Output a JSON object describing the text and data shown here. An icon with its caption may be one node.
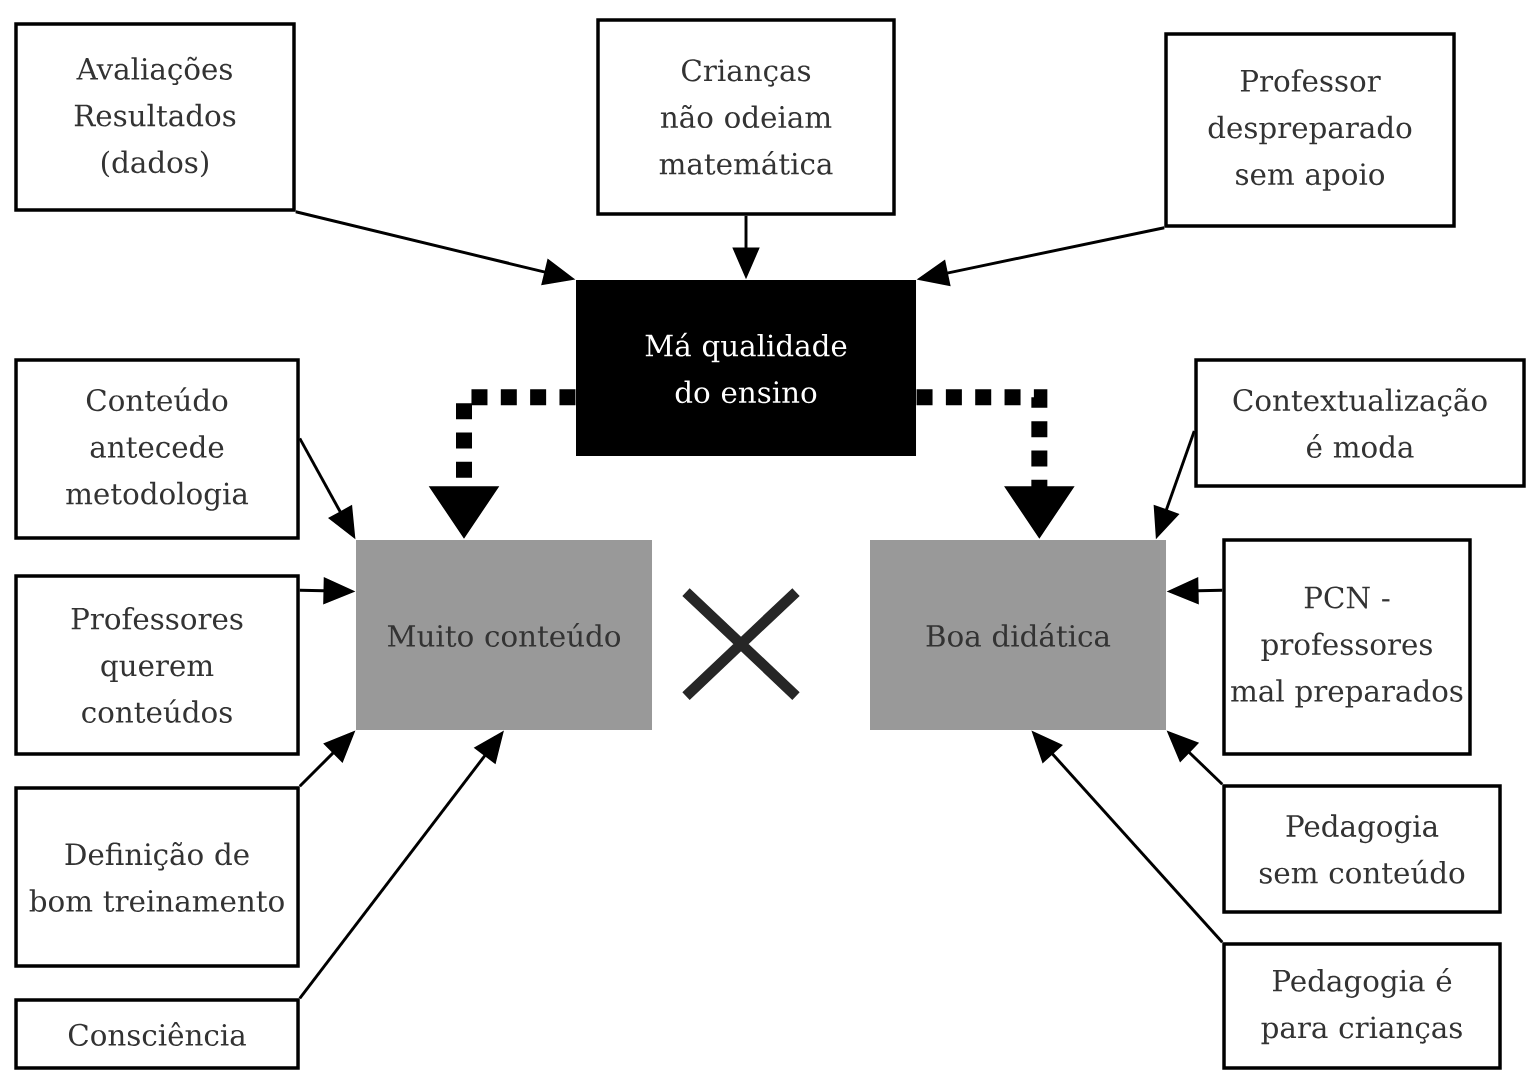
{
  "diagram": {
    "nodes": [
      {
        "text": [
          "Avaliações Resultados (dados)"
        ]
      },
      {
        "text": [
          "Crianças não odeiam matemática"
        ]
      },
      {
        "text": [
          "Professor despreparado sem apoio"
        ]
      },
      {
        "text": [
          "Má qualidade do ensino"
        ]
      },
      {
        "text": [
          "Conteúdo antecede metodologia"
        ]
      },
      {
        "text": [
          "Contextualização é moda"
        ]
      },
      {
        "text": [
          "Muito conteúdo"
        ]
      },
      {
        "text": [
          "Boa didática"
        ]
      },
      {
        "text": [
          "Professores querem conteúdos"
        ]
      },
      {
        "text": [
          "PCN - professores mal preparados"
        ]
      },
      {
        "text": [
          "Definição de bom treinamento"
        ]
      },
      {
        "text": [
          "Pedagogia sem conteúdo"
        ]
      },
      {
        "text": [
          "Consciência"
        ]
      },
      {
        "text": [
          "Pedagogia é para crianças"
        ]
      }
    ],
    "edges": [
      {
        "from": 0,
        "to": 3,
        "arrow": "to"
      },
      {
        "from": 1,
        "to": 3,
        "arrow": "to"
      },
      {
        "from": 2,
        "to": 3,
        "arrow": "to"
      },
      {
        "from": 3,
        "to": 6,
        "arrow": "to",
        "style": "dashed"
      },
      {
        "from": 3,
        "to": 7,
        "arrow": "to",
        "style": "dashed"
      },
      {
        "from": 4,
        "to": 6,
        "arrow": "to"
      },
      {
        "from": 8,
        "to": 6,
        "arrow": "to"
      },
      {
        "from": 10,
        "to": 6,
        "arrow": "to"
      },
      {
        "from": 12,
        "to": 6,
        "arrow": "to"
      },
      {
        "from": 5,
        "to": 7,
        "arrow": "to"
      },
      {
        "from": 9,
        "to": 7,
        "arrow": "to"
      },
      {
        "from": 11,
        "to": 7,
        "arrow": "to"
      },
      {
        "from": 13,
        "to": 7,
        "arrow": "to"
      }
    ]
  }
}
